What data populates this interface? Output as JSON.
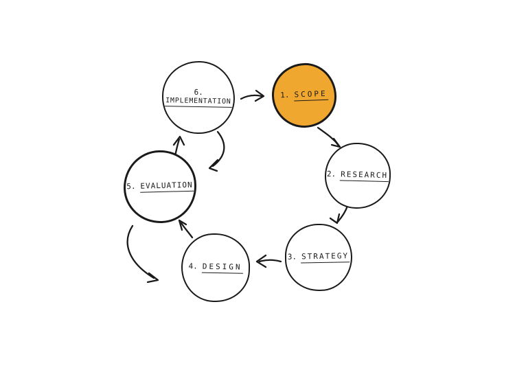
{
  "diagram": {
    "type": "cycle",
    "steps": [
      {
        "number": "1.",
        "label": "SCOPE",
        "highlighted": true
      },
      {
        "number": "2.",
        "label": "RESEARCH",
        "highlighted": false
      },
      {
        "number": "3.",
        "label": "STRATEGY",
        "highlighted": false
      },
      {
        "number": "4.",
        "label": "DESIGN",
        "highlighted": false
      },
      {
        "number": "5.",
        "label": "EVALUATION",
        "highlighted": false
      },
      {
        "number": "6.",
        "label": "IMPLEMENTATION",
        "highlighted": false
      }
    ],
    "arrows": [
      {
        "from": "IMPLEMENTATION",
        "to": "SCOPE"
      },
      {
        "from": "SCOPE",
        "to": "RESEARCH"
      },
      {
        "from": "RESEARCH",
        "to": "STRATEGY"
      },
      {
        "from": "STRATEGY",
        "to": "DESIGN"
      },
      {
        "from": "DESIGN",
        "to": "EVALUATION"
      },
      {
        "from": "EVALUATION",
        "to": "IMPLEMENTATION"
      },
      {
        "from": "IMPLEMENTATION",
        "to": "EVALUATION"
      },
      {
        "from": "EVALUATION",
        "to": "DESIGN"
      }
    ],
    "colors": {
      "highlight": "#F0A72F",
      "ink": "#1A1A1A",
      "background": "#FFFFFF"
    }
  }
}
